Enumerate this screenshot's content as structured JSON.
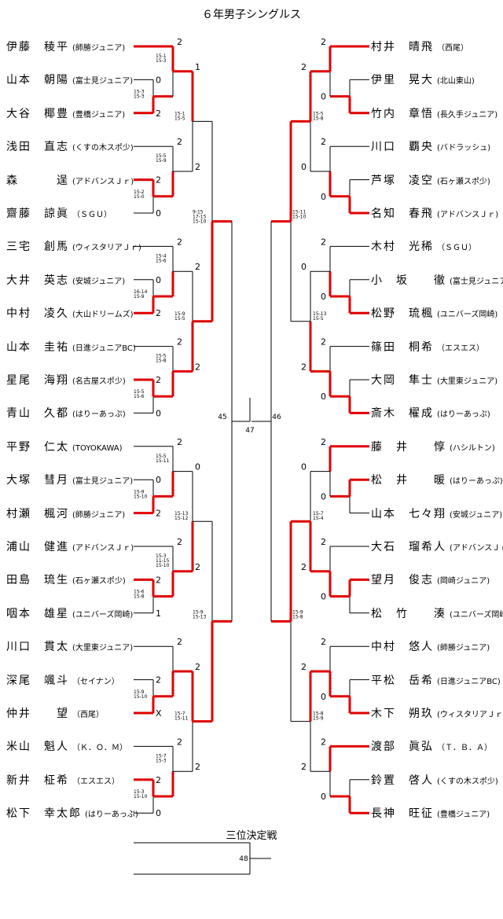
{
  "title": "６年男子シングルス",
  "third_place_label": "三位決定戦",
  "left_players": [
    {
      "name": "伊藤　稜平",
      "club": "(師勝ジュニア)"
    },
    {
      "name": "山本　朝陽",
      "club": "(富士見ジュニア)"
    },
    {
      "name": "大谷　椰豊",
      "club": "(豊橋ジュニア)"
    },
    {
      "name": "浅田　直志",
      "club": "(くすの木スポ少)"
    },
    {
      "name": "森　　　逞",
      "club": "(アドバンスＪｒ)"
    },
    {
      "name": "齋藤　諒眞",
      "club": "（ＳＧＵ）"
    },
    {
      "name": "三宅　創馬",
      "club": "(ウィスタリアＪｒ)"
    },
    {
      "name": "大井　英志",
      "club": "(安城ジュニア)"
    },
    {
      "name": "中村　凌久",
      "club": "(大山ドリームズ)"
    },
    {
      "name": "山本　圭祐",
      "club": "(日進ジュニアBC)"
    },
    {
      "name": "星尾　海翔",
      "club": "(名古屋スポ少)"
    },
    {
      "name": "青山　久都",
      "club": "(はりーあっぷ)"
    },
    {
      "name": "平野　仁太",
      "club": "(TOYOKAWA)"
    },
    {
      "name": "大塚　彗月",
      "club": "(富士見ジュニア)"
    },
    {
      "name": "村瀬　楓河",
      "club": "(師勝ジュニア)"
    },
    {
      "name": "浦山　健進",
      "club": "(アドバンスＪｒ)"
    },
    {
      "name": "田島　琉生",
      "club": "(石ヶ瀬スポ少)"
    },
    {
      "name": "咽本　雄星",
      "club": "(ユニバーズ岡崎)"
    },
    {
      "name": "川口　貫太",
      "club": "(大里東ジュニア)"
    },
    {
      "name": "深尾　颯斗",
      "club": "（セイナン）"
    },
    {
      "name": "仲井　　望",
      "club": "（西尾）"
    },
    {
      "name": "米山　魁人",
      "club": "（Ｋ．Ｏ．Ｍ）"
    },
    {
      "name": "新井　柾希",
      "club": "（エスエス）"
    },
    {
      "name": "松下　幸太郎",
      "club": "(はりーあっぷ)"
    }
  ],
  "right_players": [
    {
      "name": "村井　晴飛",
      "club": "（西尾）"
    },
    {
      "name": "伊里　晃大",
      "club": "(北山東山)"
    },
    {
      "name": "竹内　章悟",
      "club": "(長久手ジュニア)"
    },
    {
      "name": "川口　覇央",
      "club": "(バドラッシュ)"
    },
    {
      "name": "芦塚　凌空",
      "club": "(石ヶ瀬スポ少)"
    },
    {
      "name": "名知　春飛",
      "club": "(アドバンスＪｒ)"
    },
    {
      "name": "木村　光稀",
      "club": "（ＳＧＵ）"
    },
    {
      "name": "小　坂　　徹",
      "club": "(富士見ジュニア)"
    },
    {
      "name": "松野　琉楓",
      "club": "(ユニバーズ岡崎)"
    },
    {
      "name": "篠田　桐希",
      "club": "（エスエス）"
    },
    {
      "name": "大岡　隼士",
      "club": "(大里東ジュニア)"
    },
    {
      "name": "斎木　櫂成",
      "club": "(はりーあっぷ)"
    },
    {
      "name": "藤　井　　惇",
      "club": "(ハシルトン)"
    },
    {
      "name": "松　井　　暖",
      "club": "(はりーあっぷ)"
    },
    {
      "name": "山本　七々翔",
      "club": "(安城ジュニア)"
    },
    {
      "name": "大石　瑠希人",
      "club": "(アドバンスＪｒ)"
    },
    {
      "name": "望月　俊志",
      "club": "(岡崎ジュニア)"
    },
    {
      "name": "松　竹　　湊",
      "club": "(ユニバーズ岡崎)"
    },
    {
      "name": "中村　悠人",
      "club": "(師勝ジュニア)"
    },
    {
      "name": "平松　岳希",
      "club": "(日進ジュニアBC)"
    },
    {
      "name": "木下　朔玖",
      "club": "(ウィスタリアＪｒ)"
    },
    {
      "name": "渡部　眞弘",
      "club": "（Ｔ．Ｂ．Ａ）"
    },
    {
      "name": "鈴置　啓人",
      "club": "(くすの木スポ少)"
    },
    {
      "name": "長神　旺征",
      "club": "(豊橋ジュニア)"
    }
  ],
  "match_numbers": {
    "semi_left": "45",
    "final": "47",
    "semi_right": "46",
    "third_place": "48"
  },
  "left_blocks": [
    {
      "r1": [
        "0",
        "2"
      ],
      "r1_scores": [
        "15-3",
        "15-3"
      ],
      "r2": [
        "2",
        "0"
      ],
      "r2_scores": [
        "15-1",
        "15-3"
      ],
      "qf": [
        "2",
        "0"
      ],
      "qf_scores": [
        "15-1",
        "15-5"
      ],
      "r1_top": "2",
      "bye_flag": "2"
    },
    {
      "r1": [
        "2",
        "0"
      ],
      "r1_scores": [
        "15-2",
        "15-0"
      ],
      "r2": [
        "0",
        "2"
      ],
      "r2_scores": [
        "15-5",
        "15-9"
      ],
      "r1_top": "2"
    },
    {
      "r1": [
        "0",
        "2"
      ],
      "r1_scores": [
        "16-14",
        "15-9"
      ],
      "r2": [
        "2",
        "0"
      ],
      "r2_scores": [
        "15-4",
        "15-6"
      ],
      "r1_top": "2"
    },
    {
      "r1": [
        "2",
        "0"
      ],
      "r1_scores": [
        "15-5",
        "15-6"
      ],
      "r2": [
        "0",
        "2"
      ],
      "r2_scores": [
        "15-5",
        "15-8"
      ],
      "r1_top": "2"
    },
    {
      "r1": [
        "0",
        "2"
      ],
      "r1_scores": [
        "15-9",
        "15-10"
      ],
      "r2": [
        "2",
        "0"
      ],
      "r2_scores": [
        "15-5",
        "15-11"
      ],
      "r1_top": "2"
    },
    {
      "r1": [
        "2",
        "1"
      ],
      "r1_scores": [
        "15-6",
        "15-8"
      ],
      "r2": [
        "0",
        "2"
      ],
      "r2_scores": [
        "15-3",
        "11-15",
        "15-10"
      ],
      "r1_top": "2"
    },
    {
      "r1": [
        "2",
        "X"
      ],
      "r1_scores": [
        "15-9",
        "15-10"
      ],
      "r2": [
        "0",
        "0"
      ],
      "r2_scores": [],
      "r1_top": "2"
    },
    {
      "r1": [
        "2",
        "0"
      ],
      "r1_scores": [
        "15-3",
        "15-10"
      ],
      "r2": [
        "0",
        "2"
      ],
      "r2_scores": [
        "15-7",
        "15-3"
      ],
      "r1_top": "2"
    }
  ],
  "left_scores": {
    "r16": [
      {
        "scores": [
          "15-1",
          "15-5"
        ],
        "top": "1",
        "bottom": "2"
      },
      {
        "scores": [
          "15-9",
          "15-5"
        ],
        "top": "2",
        "bottom": "2"
      },
      {
        "scores": [
          "15-13",
          "15-12"
        ],
        "top": "0",
        "bottom": "2"
      },
      {
        "scores": [
          "15-7",
          "15-11"
        ],
        "top": "2",
        "bottom": "2"
      }
    ],
    "qf": [
      {
        "scores": [
          "9-15",
          "17-15",
          "15-10"
        ]
      },
      {
        "scores": [
          "15-9",
          "15-13"
        ]
      }
    ]
  },
  "right_scores": {
    "r16": [
      {
        "scores": [
          "15-5",
          "15-8"
        ],
        "top": "2",
        "bottom": "0"
      },
      {
        "scores": [
          "15-13",
          "15-5"
        ],
        "top": "0",
        "bottom": "2"
      },
      {
        "scores": [
          "15-7",
          "15-4"
        ],
        "top": "0",
        "bottom": "2"
      },
      {
        "scores": [
          "15-8",
          "15-9"
        ],
        "top": "2",
        "bottom": "2"
      }
    ],
    "qf": [
      {
        "scores": [
          "15-11",
          "15-10"
        ]
      },
      {
        "scores": [
          "15-9",
          "15-8"
        ]
      }
    ]
  }
}
